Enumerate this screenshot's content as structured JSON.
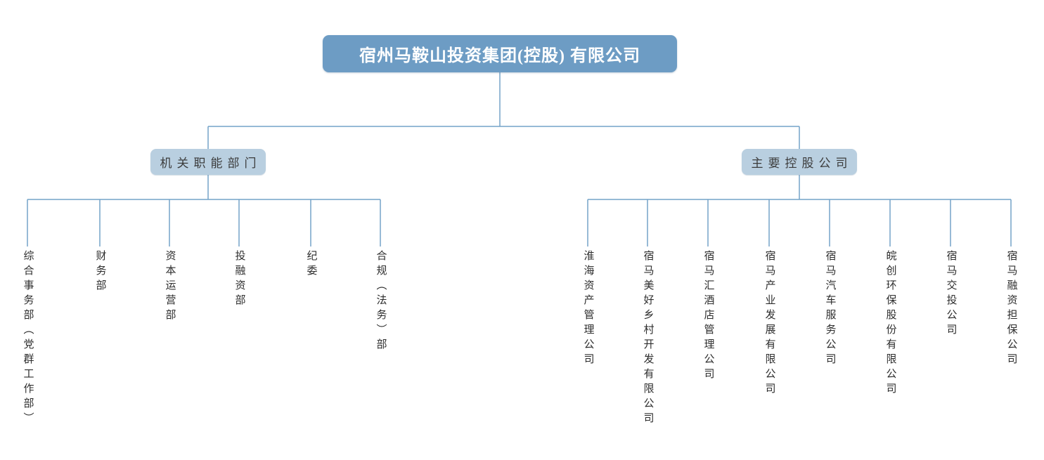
{
  "root": {
    "label": "宿州马鞍山投资集团(控股) 有限公司"
  },
  "branches": {
    "left": {
      "label": "机关职能部门",
      "items": [
        "综合事务部（党群工作部）",
        "财务部",
        "资本运营部",
        "投融资部",
        "纪委",
        "合规（法务）部"
      ]
    },
    "right": {
      "label": "主要控股公司",
      "items": [
        "淮海资产管理公司",
        "宿马美好乡村开发有限公司",
        "宿马汇酒店管理公司",
        "宿马产业发展有限公司",
        "宿马汽车服务公司",
        "皖创环保股份有限公司",
        "宿马交投公司",
        "宿马融资担保公司"
      ]
    }
  },
  "colors": {
    "root_box_bg": "#6D9CC4",
    "root_box_text": "#FFFFFF",
    "branch_box_bg": "#B9CFE0",
    "branch_box_text": "#3C3C3C",
    "connector_line": "#74A3C9",
    "label_text": "#2D2D2D",
    "background": "#FFFFFF"
  }
}
